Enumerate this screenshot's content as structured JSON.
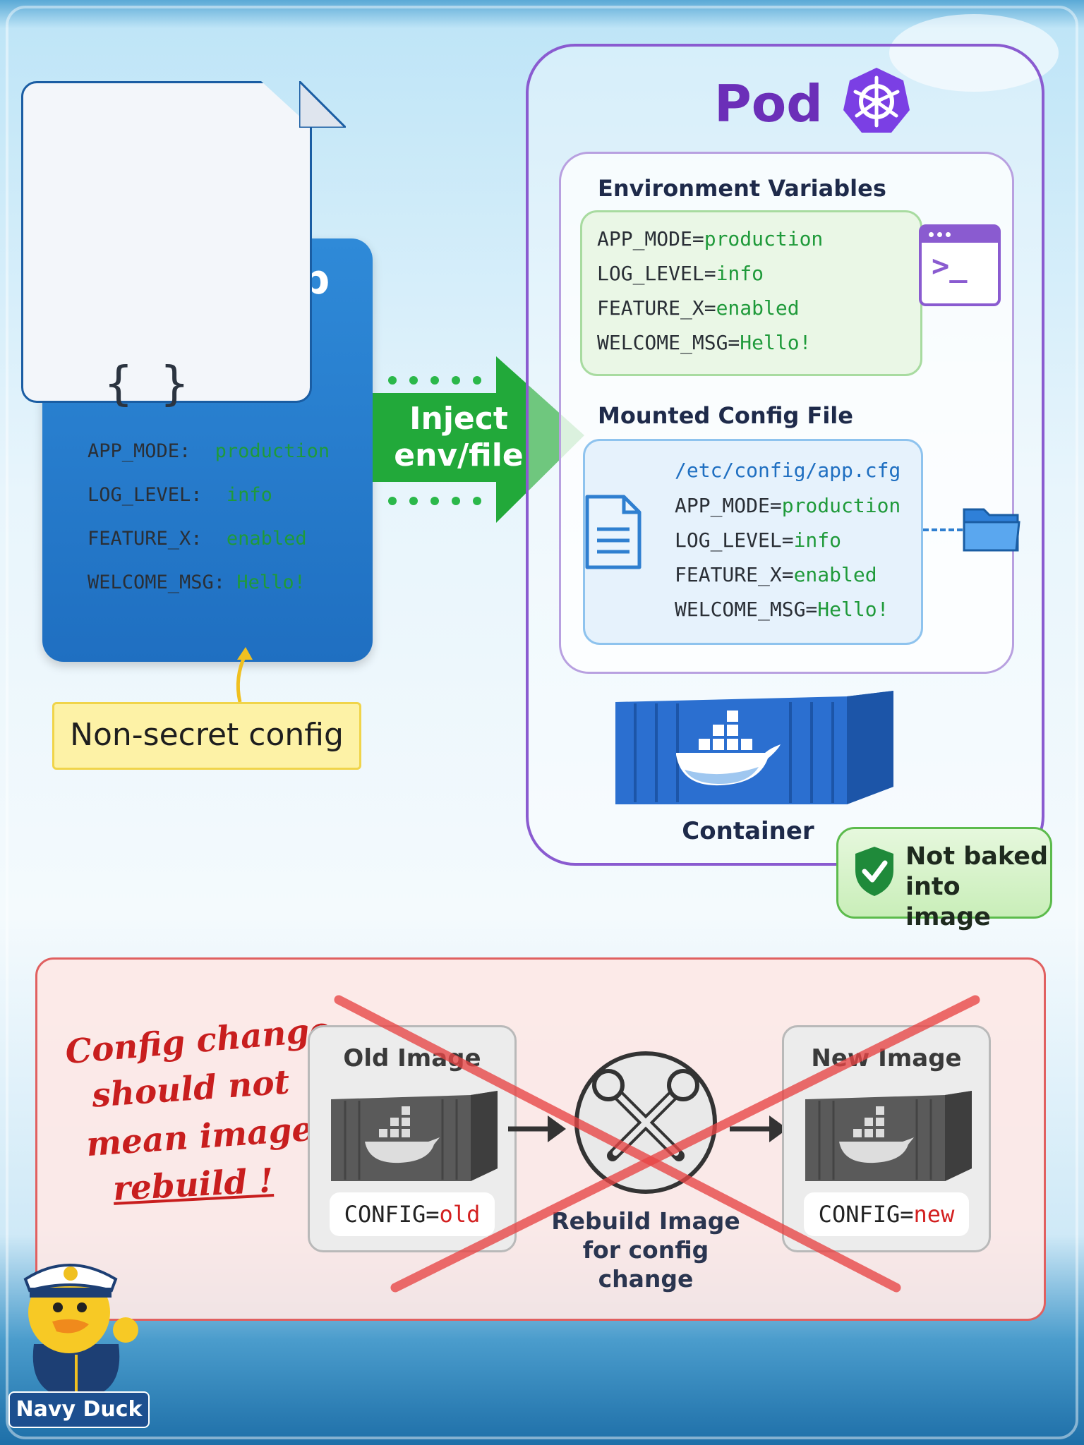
{
  "configmap": {
    "title": "ConfigMap",
    "braces": "{ }",
    "entries": [
      {
        "key": "APP_MODE:",
        "value": "production"
      },
      {
        "key": "LOG_LEVEL:",
        "value": "info"
      },
      {
        "key": "FEATURE_X:",
        "value": "enabled"
      },
      {
        "key": "WELCOME_MSG:",
        "value": "Hello!"
      }
    ],
    "note": "Non-secret config"
  },
  "arrow": {
    "line1": "Inject",
    "line2": "env/file"
  },
  "pod": {
    "title": "Pod",
    "env_section": {
      "title": "Environment Variables",
      "rows": [
        {
          "key": "APP_MODE=",
          "value": "production"
        },
        {
          "key": "LOG_LEVEL=",
          "value": "info"
        },
        {
          "key": "FEATURE_X=",
          "value": "enabled"
        },
        {
          "key": "WELCOME_MSG=",
          "value": "Hello!"
        }
      ],
      "terminal_prompt": ">_"
    },
    "mount_section": {
      "title": "Mounted Config File",
      "path": "/etc/config/app.cfg",
      "rows": [
        {
          "key": "APP_MODE=",
          "value": "production"
        },
        {
          "key": "LOG_LEVEL=",
          "value": "info"
        },
        {
          "key": "FEATURE_X=",
          "value": "enabled"
        },
        {
          "key": "WELCOME_MSG=",
          "value": "Hello!"
        }
      ]
    },
    "container_label": "Container",
    "badge": {
      "line1": "Not baked",
      "line2": "into image"
    }
  },
  "warning": {
    "lines": [
      "Config change",
      "should not",
      "mean image",
      "rebuild !"
    ],
    "old_image": {
      "title": "Old Image",
      "config_key": "CONFIG=",
      "config_value": "old"
    },
    "new_image": {
      "title": "New Image",
      "config_key": "CONFIG=",
      "config_value": "new"
    },
    "rebuild": {
      "line1": "Rebuild Image",
      "line2": "for config change"
    }
  },
  "mascot": {
    "label": "Navy Duck"
  },
  "colors": {
    "configmap_blue": "#1f6fc1",
    "arrow_green": "#22a93a",
    "pod_purple": "#8a5bd0",
    "value_green": "#1f9a3a",
    "warning_red": "#d32020"
  }
}
